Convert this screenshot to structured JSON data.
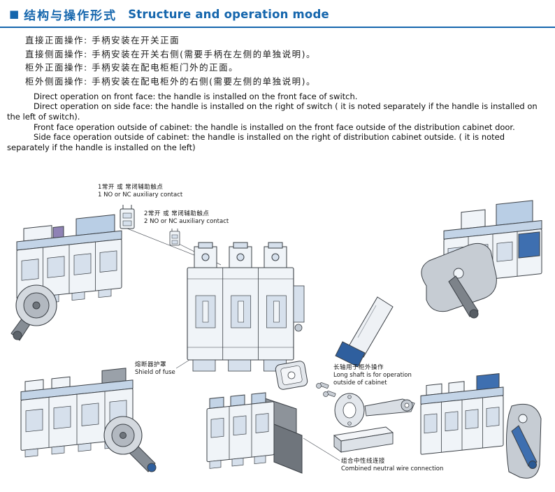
{
  "colors": {
    "accent_blue": "#1566ad",
    "diagram_blue": "#3e6fb0"
  },
  "header": {
    "bullet": "■",
    "title_zh": "结构与操作形式",
    "title_en": "Structure and operation mode"
  },
  "intro_zh": [
    "直接正面操作: 手柄安装在开关正面",
    "直接侧面操作: 手柄安装在开关右侧(需要手柄在左侧的单独说明)。",
    "柜外正面操作: 手柄安装在配电柜柜门外的正面。",
    "柜外侧面操作: 手柄安装在配电柜外的右侧(需要左侧的单独说明)。"
  ],
  "intro_en": [
    "Direct operation on front face: the handle is installed on the front face of switch.",
    "Direct operation on side face: the handle is installed on the right of switch ( it is noted separately if the handle is installed on the left of switch).",
    "Front face operation outside of cabinet: the handle is installed on the front face outside of the distribution cabinet door.",
    "Side face operation outside of cabinet: the handle is installed on the right of distribution cabinet outside. ( it is noted separately if the handle is installed on the left)"
  ],
  "diagram": {
    "callouts": {
      "aux1": {
        "zh": "1常开 或 常闭辅助触点",
        "en": "1 NO or NC auxiliary contact"
      },
      "aux2": {
        "zh": "2常开 或 常闭辅助触点",
        "en": "2 NO or NC auxiliary contact"
      },
      "fuse": {
        "zh": "熔断器护罩",
        "en": "Shield of fuse"
      },
      "shaft": {
        "zh": "长轴用于柜外操作",
        "en_line1": "Long shaft is for operation",
        "en_line2": "outside of cabinet"
      },
      "neutral": {
        "zh": "组合中性线连接",
        "en": "Combined neutral wire connection"
      }
    }
  }
}
